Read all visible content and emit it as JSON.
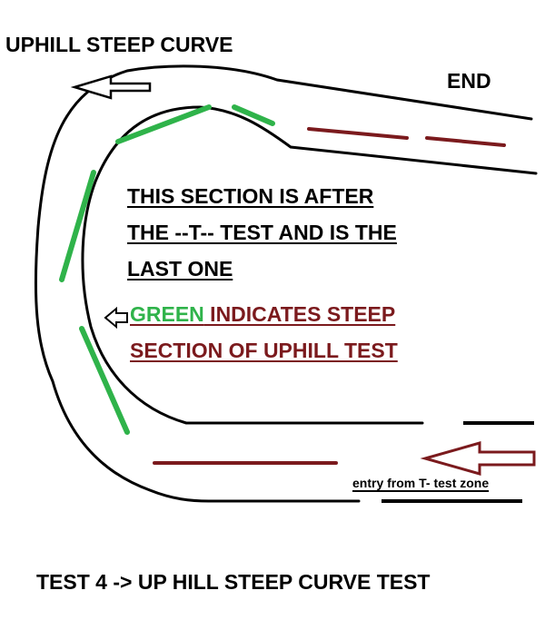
{
  "title": "UPHILL STEEP CURVE",
  "end_label": "END",
  "info": {
    "line1": "THIS SECTION IS AFTER",
    "line2": "THE --T-- TEST AND IS THE",
    "line3": "LAST ONE"
  },
  "legend": {
    "green_word": "GREEN",
    "line1_rest": " INDICATES STEEP",
    "line2": "SECTION OF  UPHILL TEST"
  },
  "entry_label": "entry from T- test zone",
  "footer": "TEST 4 -> UP HILL STEEP CURVE TEST",
  "colors": {
    "road": "#000000",
    "steep": "#2fb34a",
    "lane": "#7b1a1d",
    "text_dark_red": "#7b1a1d"
  },
  "icons": {
    "exit_arrow": "left-arrow-icon",
    "entry_arrow": "left-arrow-icon",
    "legend_pointer": "left-arrow-icon"
  }
}
